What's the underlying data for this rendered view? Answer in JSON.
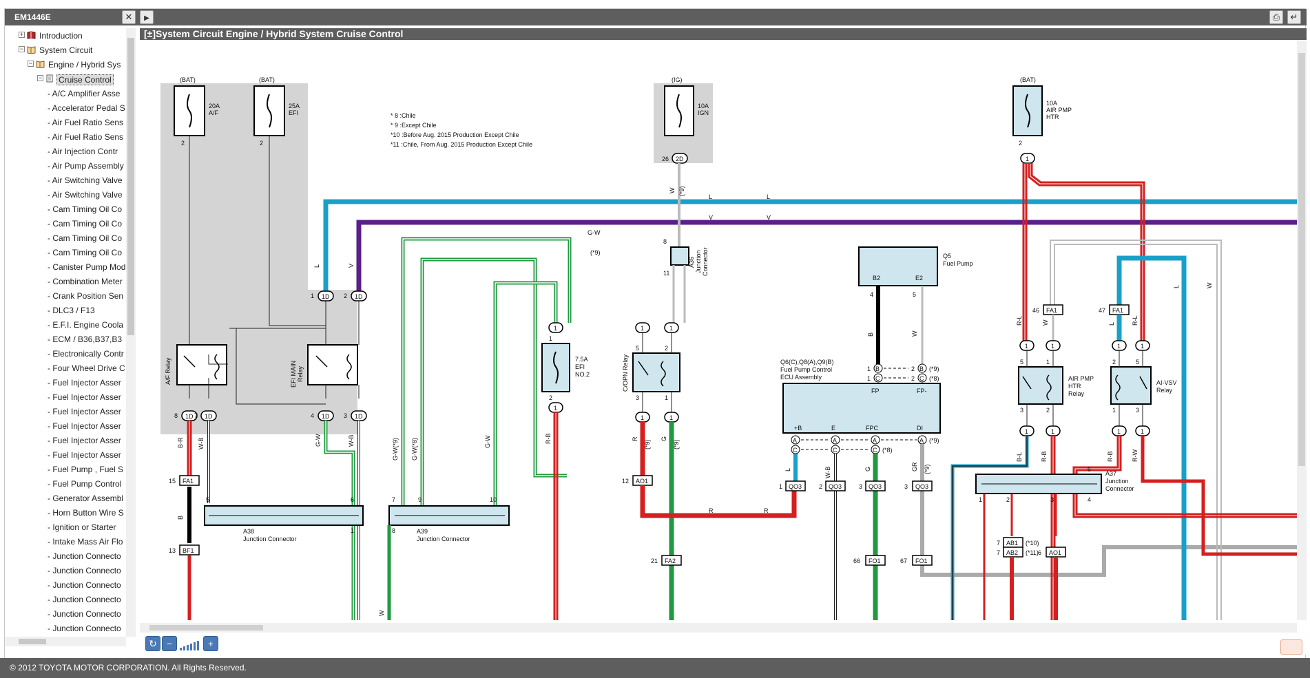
{
  "app": {
    "doc_id": "EM1446E",
    "footer": "© 2012 TOYOTA MOTOR CORPORATION. All Rights Reserved."
  },
  "toolbar": {
    "close_glyph": "✕",
    "play_glyph": "▶",
    "print_glyph": "⎙",
    "back_glyph": "↵"
  },
  "sidebar": {
    "introduction": "Introduction",
    "system_circuit": "System Circuit",
    "engine_hybrid": "Engine / Hybrid Sys",
    "cruise_control": "Cruise Control",
    "items": [
      "- A/C Amplifier Asse",
      "- Accelerator Pedal S",
      "- Air Fuel Ratio Sens",
      "- Air Fuel Ratio Sens",
      "- Air Injection Contr",
      "- Air Pump Assembly",
      "- Air Switching Valve",
      "- Air Switching Valve",
      "- Cam Timing Oil Co",
      "- Cam Timing Oil Co",
      "- Cam Timing Oil Co",
      "- Cam Timing Oil Co",
      "- Canister Pump Mod",
      "- Combination Meter",
      "- Crank Position Sen",
      "- DLC3 / F13",
      "- E.F.I. Engine Coola",
      "- ECM / B36,B37,B3",
      "- Electronically Contr",
      "- Four Wheel Drive C",
      "- Fuel Injector Asser",
      "- Fuel Injector Asser",
      "- Fuel Injector Asser",
      "- Fuel Injector Asser",
      "- Fuel Injector Asser",
      "- Fuel Injector Asser",
      "- Fuel Pump , Fuel S",
      "- Fuel Pump Control",
      "- Generator Assembl",
      "- Horn Button Wire S",
      "- Ignition or Starter",
      "- Intake Mass Air Flo",
      "- Junction Connecto",
      "- Junction Connecto",
      "- Junction Connecto",
      "- Junction Connecto",
      "- Junction Connecto",
      "- Junction Connecto"
    ]
  },
  "main": {
    "circuit_title": "[±]System Circuit  Engine / Hybrid System  Cruise Control"
  },
  "diagram": {
    "notes": [
      "* 8 :Chile",
      "* 9 :Except Chile",
      "*10 :Before Aug. 2015 Production Except Chile",
      "*11 :Chile, From Aug. 2015 Production Except Chile"
    ],
    "fuses": {
      "af": {
        "src": "(BAT)",
        "amp": "20A",
        "name": "A/F",
        "pin": "2"
      },
      "efi": {
        "src": "(BAT)",
        "amp": "25A",
        "name": "EFI",
        "pin": "2"
      },
      "ign": {
        "src": "(IG)",
        "amp": "10A",
        "name": "IGN"
      },
      "airpmp": {
        "src": "(BAT)",
        "amp": "10A",
        "name1": "AIR PMP",
        "name2": "HTR",
        "pin": "2"
      },
      "efi2": {
        "amp": "7.5A",
        "name1": "EFI",
        "name2": "NO.2",
        "pin_top": "1",
        "pin_bot": "2"
      }
    },
    "relays": {
      "af": "A/F Relay",
      "efimain1": "EFI MAIN",
      "efimain2": "Relay",
      "copn": "C/OPN Relay",
      "airpmp1": "AIR PMP",
      "airpmp2": "HTR",
      "airpmp3": "Relay",
      "aivsv1": "AI-VSV",
      "aivsv2": "Relay"
    },
    "connectors": {
      "c1d": "1D",
      "c2d": "2D",
      "c1": "1",
      "fa1": "FA1",
      "bf1": "BF1",
      "ao1": "AO1",
      "fa2": "FA2",
      "qo3": "QO3",
      "fo1": "FO1",
      "ab1": "AB1",
      "ab2": "AB2",
      "ca": "A",
      "cb": "B",
      "cc": "C"
    },
    "components": {
      "a38_1": "A38",
      "a38_2": "Junction Connector",
      "a39_1": "A39",
      "a39_2": "Junction Connector",
      "a36_1": "A36",
      "a36_2": "Junction",
      "a36_3": "Connector",
      "a37_1": "A37",
      "a37_2": "Junction",
      "a37_3": "Connector",
      "q5_1": "Q5",
      "q5_2": "Fuel Pump",
      "ecu_1": "Q6(C),Q8(A),Q9(B)",
      "ecu_2": "Fuel Pump Control",
      "ecu_3": "ECU Assembly"
    },
    "pins": {
      "b2": "B2",
      "e2": "E2",
      "fp": "FP",
      "fpm": "FP-",
      "pb": "+B",
      "e": "E",
      "fpc": "FPC",
      "di": "DI"
    },
    "wires": {
      "l": "L",
      "v": "V",
      "gw": "G-W",
      "w": "W",
      "b": "B",
      "br": "B-R",
      "wb": "W-B",
      "r": "R",
      "g": "G",
      "rb": "R-B",
      "gr": "GR",
      "rl": "R-L",
      "bl": "B-L",
      "rw": "R-W",
      "gw9": "G-W(*9)",
      "gw8": "G-W(*8)"
    },
    "annot": {
      "a8": "(*8)",
      "a9": "(*9)",
      "a10": "(*10)",
      "a11": "(*11)",
      "s9": "*9",
      "s8": "*8"
    },
    "pinnums": {
      "n1": "1",
      "n2": "2",
      "n3": "3",
      "n4": "4",
      "n5": "5",
      "n6": "6",
      "n7": "7",
      "n8": "8",
      "n9": "9",
      "n10": "10",
      "n11": "11",
      "n12": "12",
      "n13": "13",
      "n15": "15",
      "n21": "21",
      "n26": "26",
      "n46": "46",
      "n47": "47",
      "n66": "66",
      "n67": "67"
    }
  }
}
